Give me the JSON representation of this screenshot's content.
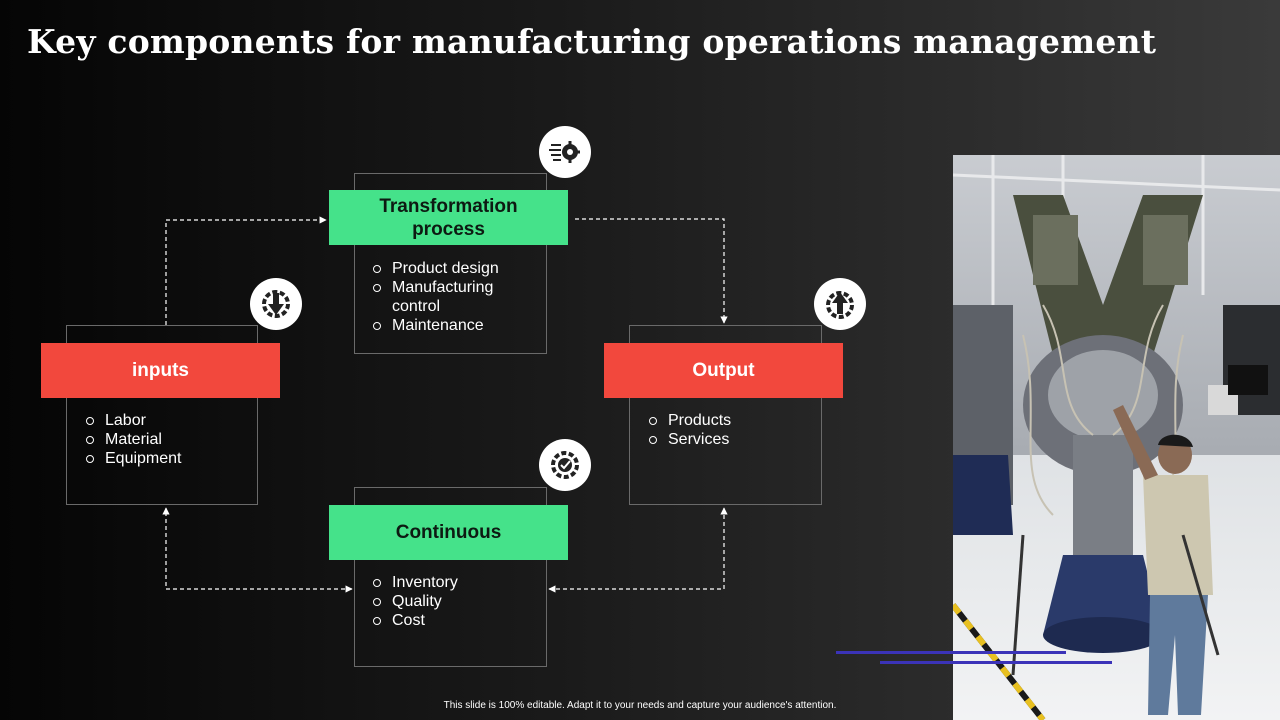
{
  "title": "Key components for manufacturing operations management",
  "boxes": {
    "transformation": {
      "title": "Transformation process",
      "items": [
        "Product design",
        "Manufacturing control",
        "Maintenance"
      ],
      "icon": "gear-data-icon"
    },
    "inputs": {
      "title": "inputs",
      "items": [
        "Labor",
        "Material",
        "Equipment"
      ],
      "icon": "download-gear-icon"
    },
    "output": {
      "title": "Output",
      "items": [
        "Products",
        "Services"
      ],
      "icon": "upload-gear-icon"
    },
    "continuous": {
      "title": "Continuous",
      "items": [
        "Inventory",
        "Quality",
        "Cost"
      ],
      "icon": "gear-check-icon"
    }
  },
  "colors": {
    "green": "#45e28a",
    "red": "#f2483d",
    "accent": "#3b33b8"
  },
  "photo": {
    "description_icon": "engine-technician-photo"
  },
  "footer": "This slide is 100% editable. Adapt it to your needs and capture your audience's attention."
}
